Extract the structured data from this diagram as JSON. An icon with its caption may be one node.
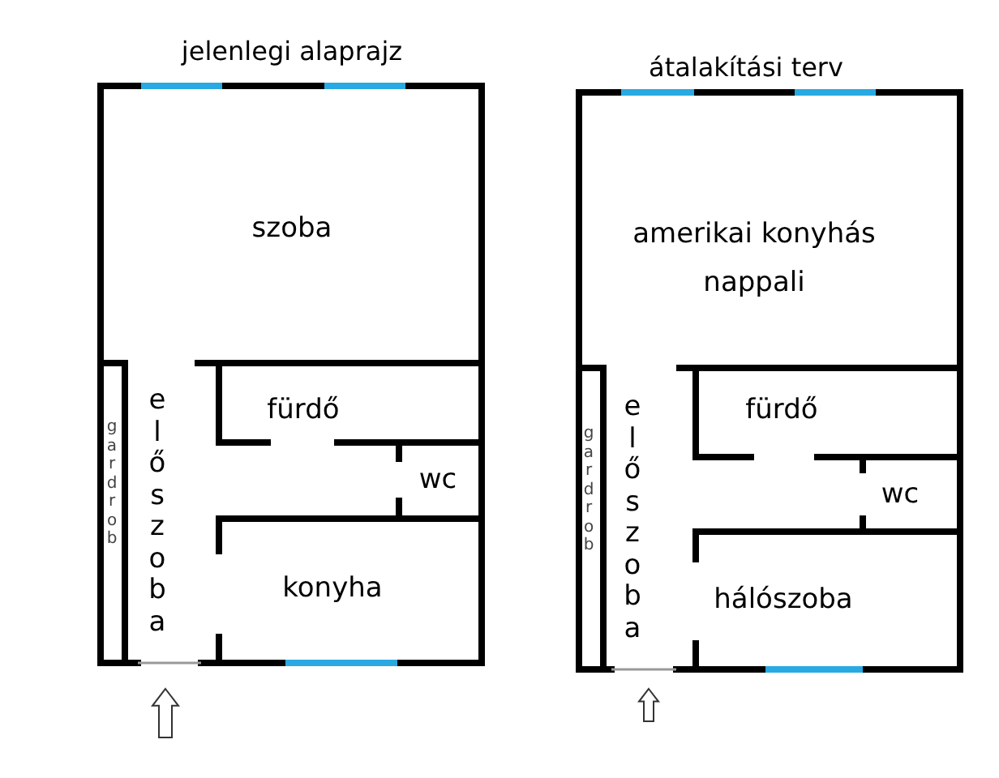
{
  "diagram": {
    "labels": [
      "jelenlegi alaprajz",
      "szoba",
      "fürdő",
      "wc",
      "előszoba",
      "gardrob",
      "konyha",
      "átalakítási terv",
      "amerikai konyhás nappali",
      "fürdő",
      "wc",
      "előszoba",
      "gardrob",
      "hálószoba"
    ]
  }
}
